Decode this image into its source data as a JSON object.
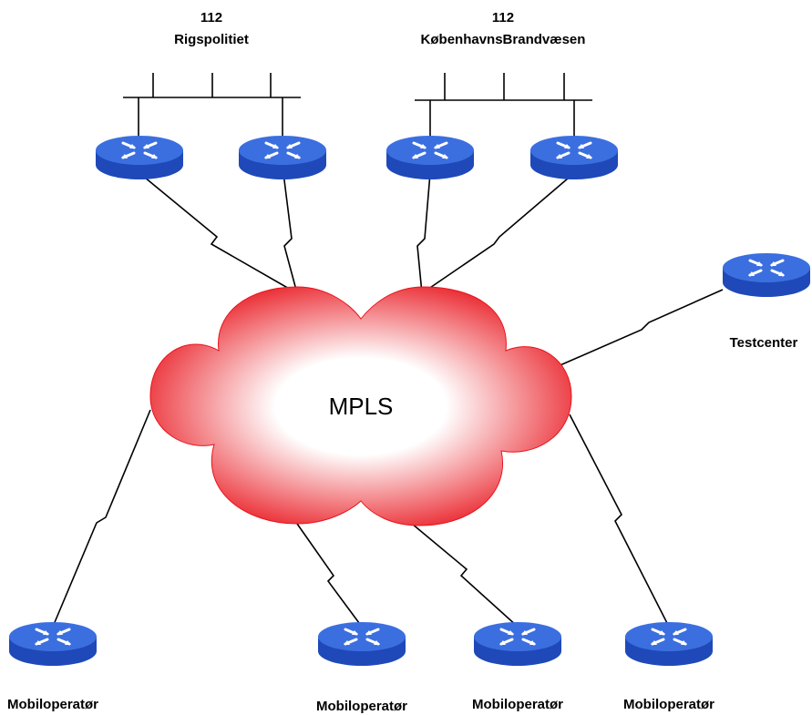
{
  "colors": {
    "router_top": "#3b6fe0",
    "router_side": "#1f49b8",
    "router_arrows": "#ffffff",
    "cloud_edge": "#e8141c",
    "cloud_center": "#ffffff"
  },
  "icons": {
    "router": "router-icon",
    "cloud": "cloud-icon"
  },
  "sites": {
    "rigspolitiet": {
      "line1": "112",
      "line2": "Rigspolitiet"
    },
    "brandvaesen": {
      "line1": "112",
      "line2": "KøbenhavnsBrandvæsen"
    },
    "testcenter": "Testcenter"
  },
  "cloud": {
    "label": "MPLS"
  },
  "mobile_operators": [
    "Mobiloperatør",
    "Mobiloperatør",
    "Mobiloperatør",
    "Mobiloperatør"
  ]
}
